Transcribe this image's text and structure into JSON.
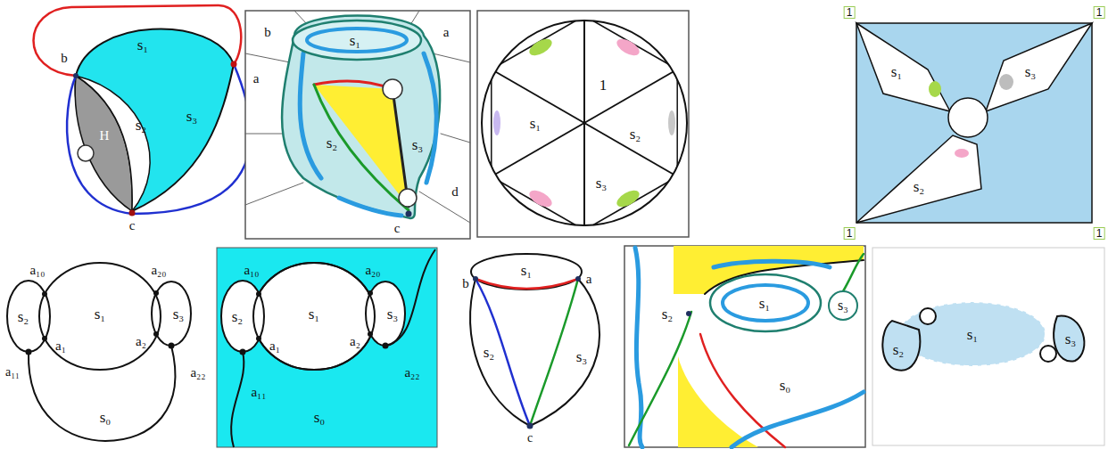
{
  "diagram": {
    "labels": [
      "s₁",
      "a",
      "b",
      "H",
      "s₂",
      "s₃",
      "c",
      "b",
      "s₁",
      "a",
      "s₂",
      "s₃",
      "c",
      "d",
      "s₁",
      "1",
      "s₂",
      "s₃",
      "1",
      "1",
      "1",
      "1",
      "s₁",
      "s₃",
      "s₂",
      "a₁₀",
      "a₂₀",
      "s₂",
      "a₁",
      "s₁",
      "a₂",
      "s₃",
      "a₁₁",
      "a₂₂",
      "s₀",
      "a₁₀",
      "a₂₀",
      "s₂",
      "a₁",
      "s₁",
      "a₂",
      "s₃",
      "a₁₁",
      "a₂₂",
      "s₀",
      "s₁",
      "b",
      "a",
      "s₂",
      "s₃",
      "c",
      "s₂",
      "s₁",
      "s₃",
      "s₀",
      "s₂",
      "s₁",
      "s₃"
    ]
  }
}
